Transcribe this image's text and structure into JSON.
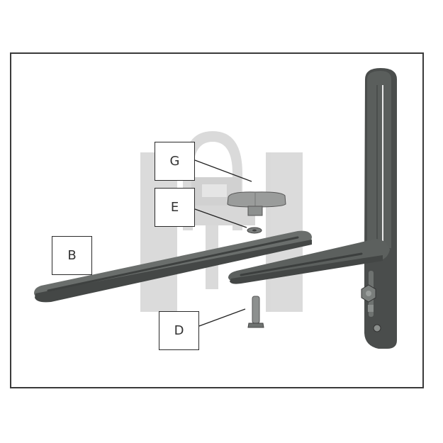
{
  "diagram": {
    "type": "exploded assembly illustration",
    "subject": "adjustable L-shaped wall bracket",
    "labels": [
      {
        "id": "G",
        "text": "G",
        "part": "wing knob"
      },
      {
        "id": "E",
        "text": "E",
        "part": "washer"
      },
      {
        "id": "B",
        "text": "B",
        "part": "slotted extension arm"
      },
      {
        "id": "D",
        "text": "D",
        "part": "bolt"
      }
    ],
    "colors": {
      "frame": "#3a3a3a",
      "metal_dark": "#4a4d4c",
      "metal_mid": "#5f6361",
      "metal_light": "#8b8f8d",
      "knob": "#9a9c9b",
      "watermark": "#d9d9d9"
    }
  }
}
